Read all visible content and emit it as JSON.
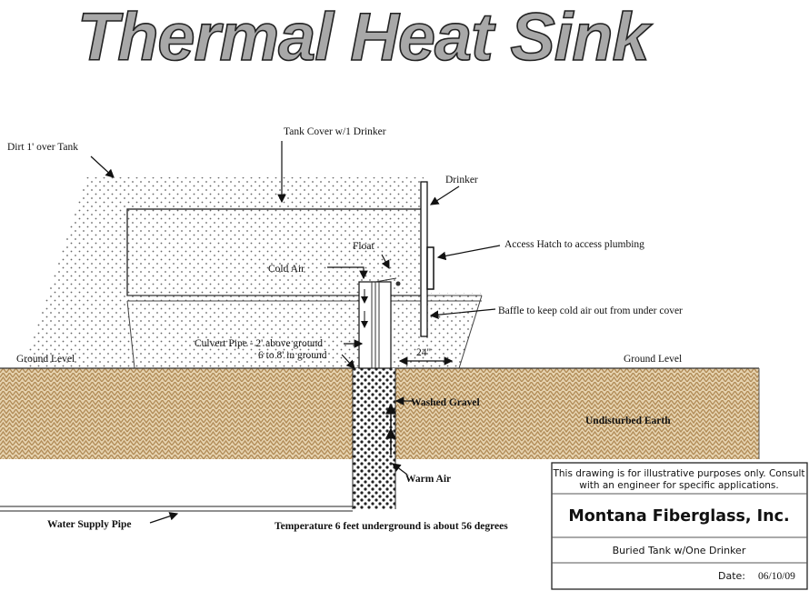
{
  "title": "Thermal Heat Sink",
  "labels": {
    "dirt": "Dirt 1' over Tank",
    "tank_cover": "Tank Cover w/1 Drinker",
    "drinker": "Drinker",
    "access_hatch": "Access Hatch to access plumbing",
    "float": "Float",
    "cold_air": "Cold Air",
    "baffle": "Baffle to keep cold air out from under cover",
    "culvert_line1": "Culvert Pipe - 2' above ground",
    "culvert_line2": "6 to 8' in ground",
    "ground_level_left": "Ground Level",
    "ground_level_right": "Ground Level",
    "distance": "24\"",
    "washed_gravel": "Washed Gravel",
    "undisturbed_earth": "Undisturbed Earth",
    "warm_air": "Warm Air",
    "water_supply": "Water Supply Pipe",
    "temperature": "Temperature 6 feet underground is about 56 degrees"
  },
  "title_block": {
    "disclaimer_line1": "This drawing is for illustrative purposes only.  Consult",
    "disclaimer_line2": "with an engineer for specific applications.",
    "company": "Montana Fiberglass, Inc.",
    "drawing_name": "Buried Tank w/One Drinker",
    "date_label": "Date:",
    "date_value": "06/10/09"
  }
}
